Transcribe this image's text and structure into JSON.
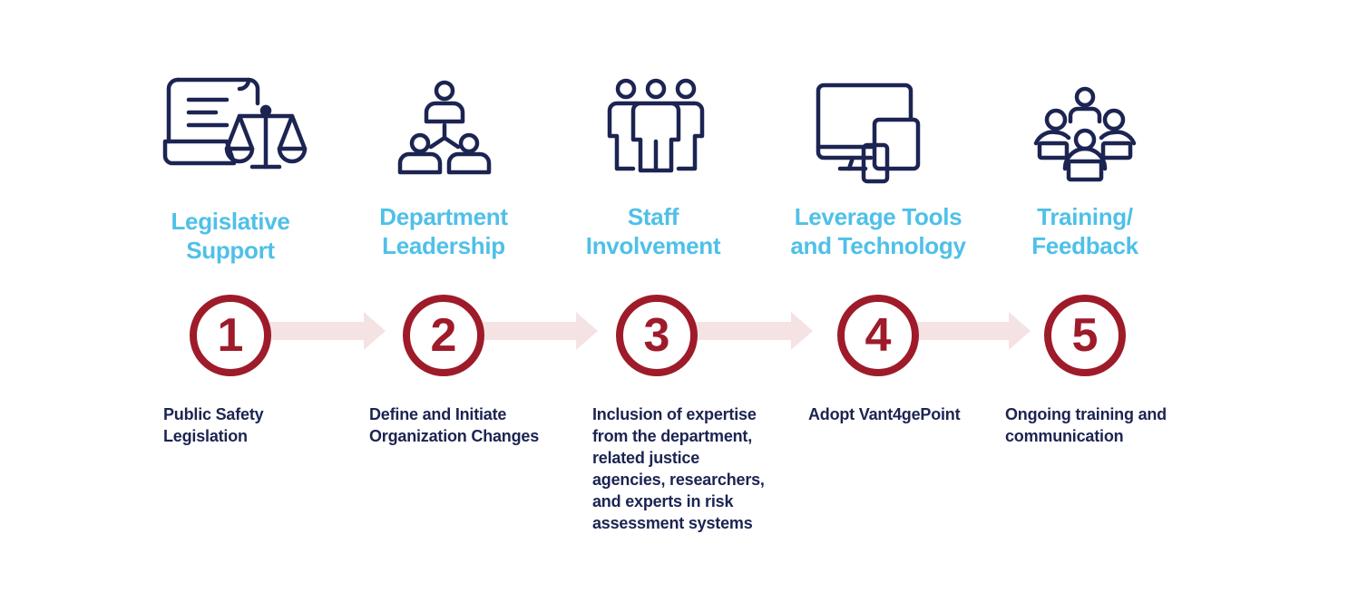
{
  "colors": {
    "title": "#4fc0e8",
    "step_circle": "#9e1b2a",
    "arrow": "#f5e3e4",
    "icon": "#1c2452",
    "description": "#1c2452"
  },
  "steps": [
    {
      "number": "1",
      "icon": "legislation-scales-icon",
      "title": "Legislative\nSupport",
      "description": "Public Safety\nLegislation"
    },
    {
      "number": "2",
      "icon": "org-hierarchy-icon",
      "title": "Department\nLeadership",
      "description": "Define and Initiate\nOrganization Changes"
    },
    {
      "number": "3",
      "icon": "staff-group-icon",
      "title": "Staff\nInvolvement",
      "description": "Inclusion of expertise\nfrom the department,\nrelated justice\nagencies, researchers,\nand experts in risk\nassessment systems"
    },
    {
      "number": "4",
      "icon": "devices-icon",
      "title": "Leverage Tools\nand Technology",
      "description": "Adopt Vant4gePoint"
    },
    {
      "number": "5",
      "icon": "training-group-icon",
      "title": "Training/\nFeedback",
      "description": "Ongoing training and\ncommunication"
    }
  ]
}
